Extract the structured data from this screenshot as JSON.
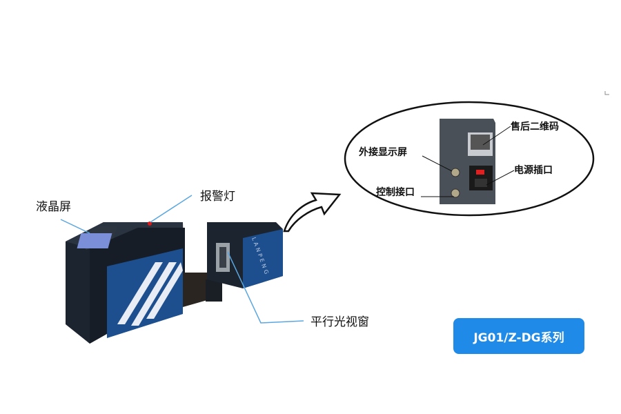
{
  "labels": {
    "lcd": "液晶屏",
    "alarm_light": "报警灯",
    "parallel_window": "平行光视窗",
    "qr_code": "售后二维码",
    "ext_display": "外接显示屏",
    "power_socket": "电源插口",
    "control_port": "控制接口"
  },
  "brand_text": "LANPENG",
  "badge": "JG01/Z-DG系列",
  "colors": {
    "device_body": "#1c2430",
    "panel_blue": "#1d4f8f",
    "leader_blue": "#5aa6e0",
    "badge": "#1f8ae8"
  }
}
